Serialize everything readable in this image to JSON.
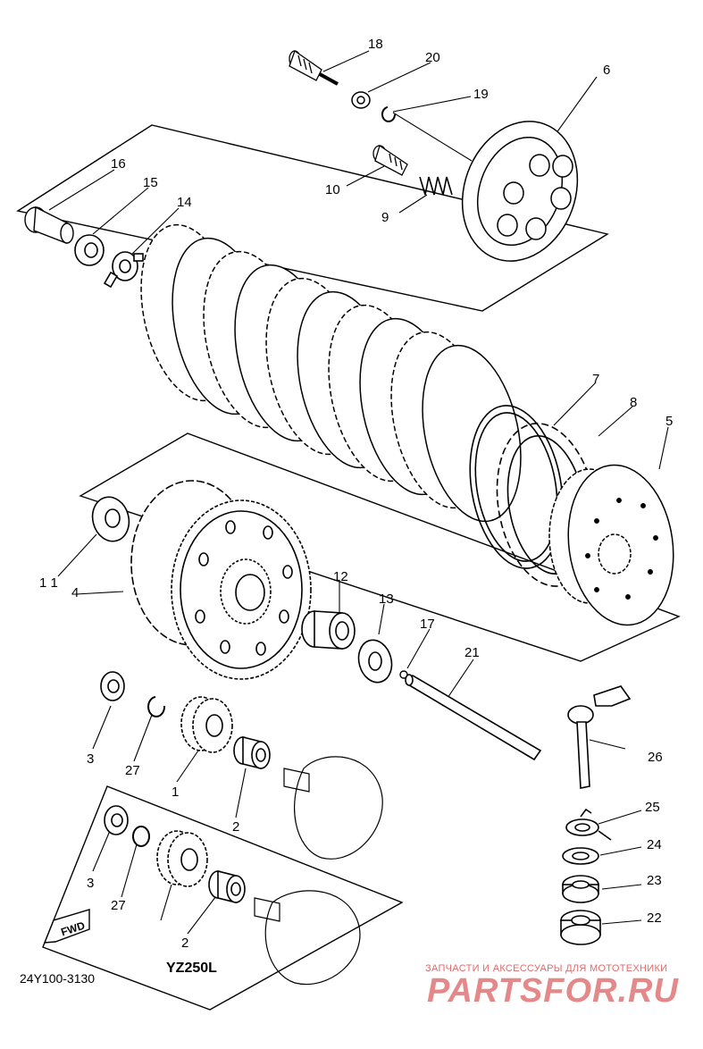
{
  "callouts": {
    "p1": "1",
    "p2a": "2",
    "p2b": "2",
    "p3a": "3",
    "p3b": "3",
    "p4": "4",
    "p5": "5",
    "p6": "6",
    "p7": "7",
    "p8": "8",
    "p9": "9",
    "p10": "10",
    "p11": "1 1",
    "p12": "12",
    "p13": "13",
    "p14": "14",
    "p15": "15",
    "p16": "16",
    "p17": "17",
    "p18": "18",
    "p19": "19",
    "p20": "20",
    "p21": "21",
    "p22": "22",
    "p23": "23",
    "p24": "24",
    "p25": "25",
    "p26": "26",
    "p27a": "27",
    "p27b": "27"
  },
  "fwd_label": "FWD",
  "model_label": "YZ250L",
  "diagram_code": "24Y100-3130",
  "watermark": {
    "subtitle": "ЗАПЧАСТИ И АКСЕССУАРЫ ДЛЯ МОТОТЕХНИКИ",
    "logo": "PARTSFOR.RU"
  }
}
